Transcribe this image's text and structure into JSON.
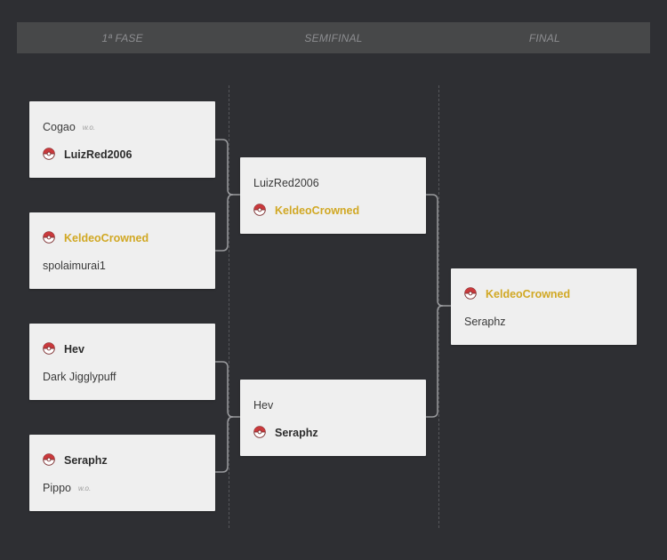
{
  "rounds": [
    {
      "label": "1ª FASE"
    },
    {
      "label": "SEMIFINAL"
    },
    {
      "label": "FINAL"
    }
  ],
  "colors": {
    "background": "#2e2f33",
    "header_bg": "#474849",
    "card_bg": "#efefef",
    "champion": "#d1a824",
    "connector": "#9a9b9e",
    "pokeball_red": "#c9393c"
  },
  "icons": {
    "winner_marker": "pokeball-icon"
  },
  "matches": {
    "r1m1": {
      "p1": {
        "name": "Cogao",
        "note": "w.o."
      },
      "p2": {
        "name": "LuizRed2006",
        "winner": true
      }
    },
    "r1m2": {
      "p1": {
        "name": "KeldeoCrowned",
        "winner": true
      },
      "p2": {
        "name": "spolaimurai1"
      }
    },
    "r1m3": {
      "p1": {
        "name": "Hev",
        "winner": true
      },
      "p2": {
        "name": "Dark Jigglypuff"
      }
    },
    "r1m4": {
      "p1": {
        "name": "Seraphz",
        "winner": true
      },
      "p2": {
        "name": "Pippo",
        "note": "w.o."
      }
    },
    "sf1": {
      "p1": {
        "name": "LuizRed2006"
      },
      "p2": {
        "name": "KeldeoCrowned",
        "winner": true
      }
    },
    "sf2": {
      "p1": {
        "name": "Hev"
      },
      "p2": {
        "name": "Seraphz",
        "winner": true
      }
    },
    "final": {
      "p1": {
        "name": "KeldeoCrowned",
        "winner": true,
        "champion": true
      },
      "p2": {
        "name": "Seraphz"
      }
    }
  }
}
